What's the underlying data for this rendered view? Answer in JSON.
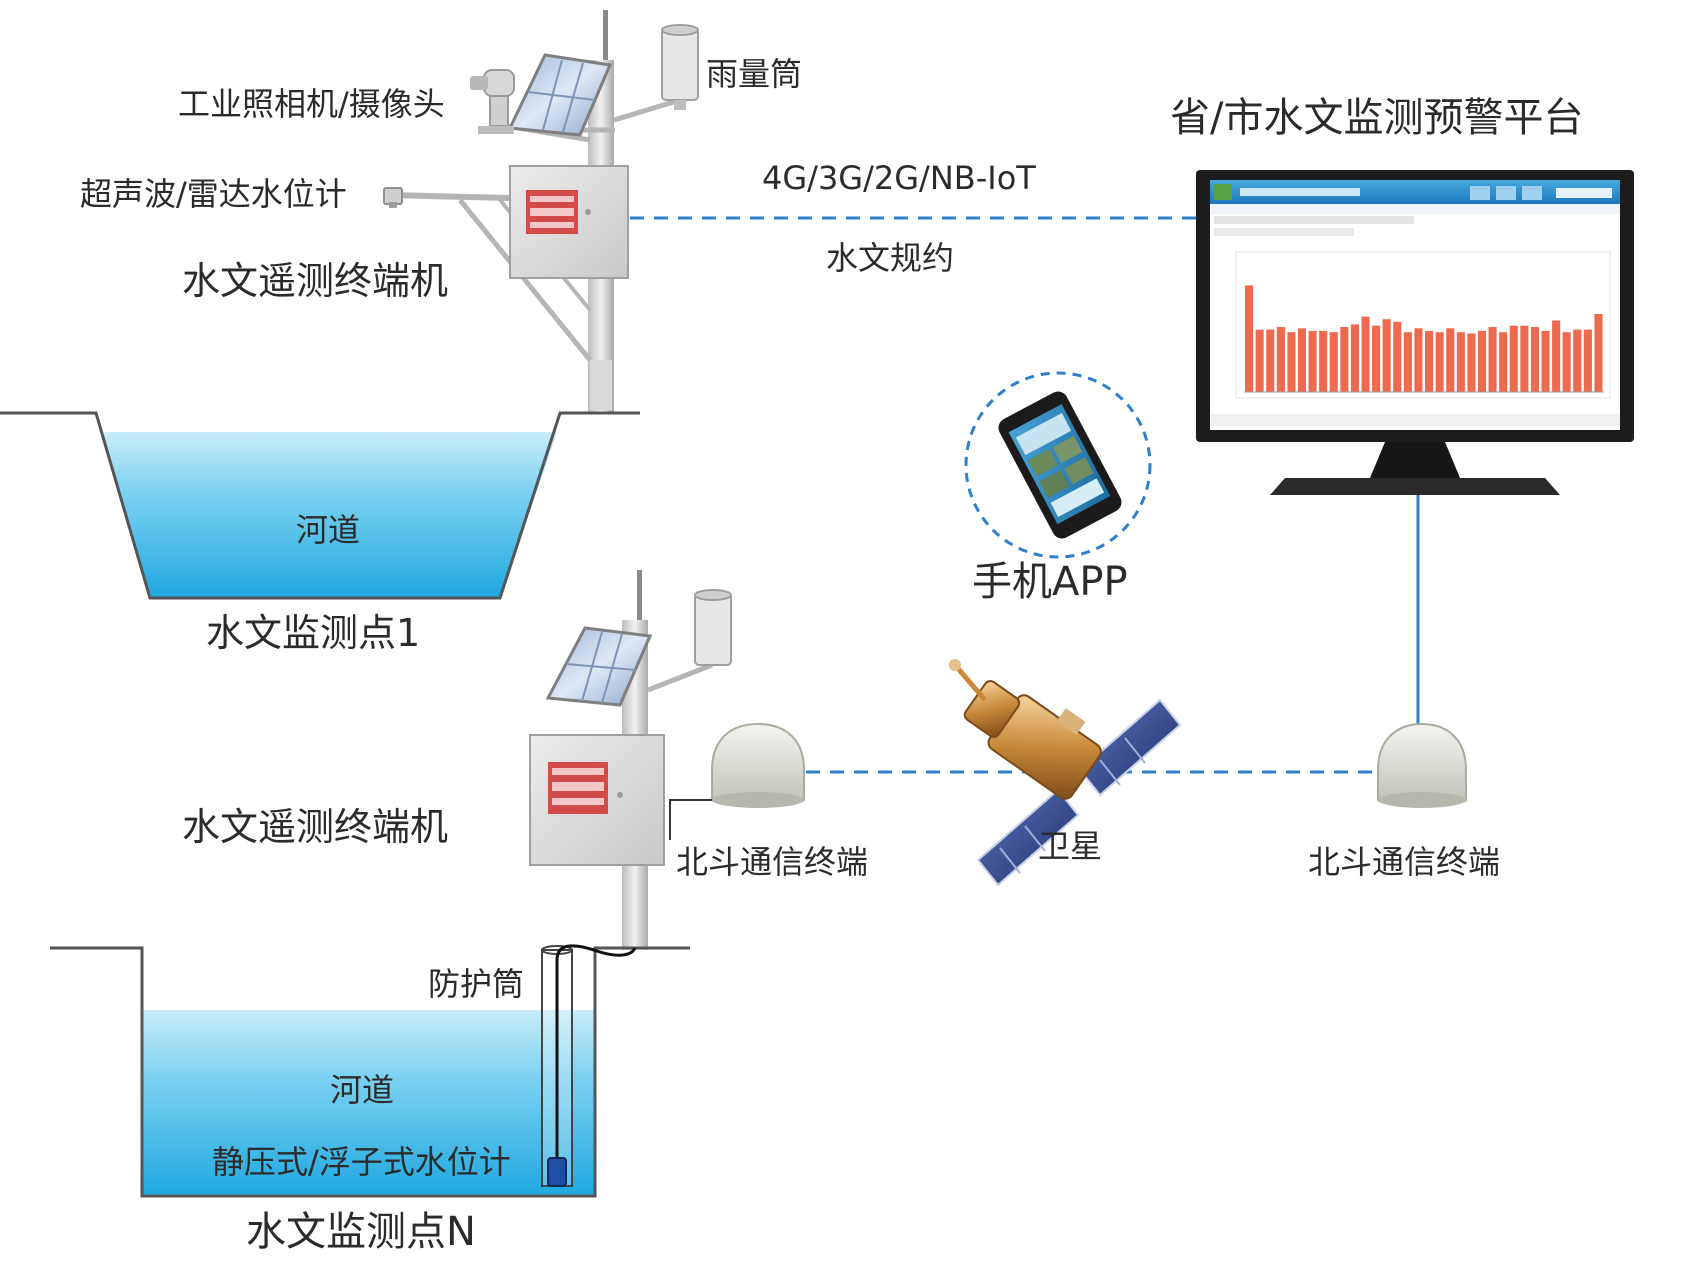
{
  "title": "省/市水文监测预警平台",
  "station1": {
    "camera_label": "工业照相机/摄像头",
    "rain_gauge_label": "雨量筒",
    "water_level_meter_label": "超声波/雷达水位计",
    "terminal_label": "水文遥测终端机",
    "river_label": "河道",
    "site_label": "水文监测点1"
  },
  "stationN": {
    "terminal_label": "水文遥测终端机",
    "protective_tube_label": "防护筒",
    "river_label": "河道",
    "sensor_label": "静压式/浮子式水位计",
    "site_label": "水文监测点N",
    "beidou_label": "北斗通信终端"
  },
  "network": {
    "protocol_top": "4G/3G/2G/NB-IoT",
    "protocol_bottom": "水文规约"
  },
  "mobile": {
    "label": "手机APP"
  },
  "satellite": {
    "label": "卫星"
  },
  "platform_beidou": {
    "label": "北斗通信终端"
  },
  "colors": {
    "water_top": "#b9e6f7",
    "water_bottom": "#29b2e6",
    "link_blue": "#2e7fcc",
    "chart_bar": "#ee6a4e"
  },
  "chart_data": {
    "type": "bar",
    "values": [
      82,
      48,
      48,
      50,
      46,
      49,
      47,
      47,
      46,
      50,
      52,
      58,
      51,
      56,
      54,
      46,
      49,
      47,
      46,
      49,
      46,
      45,
      47,
      50,
      46,
      51,
      51,
      50,
      47,
      55,
      46,
      48,
      48,
      60
    ]
  }
}
